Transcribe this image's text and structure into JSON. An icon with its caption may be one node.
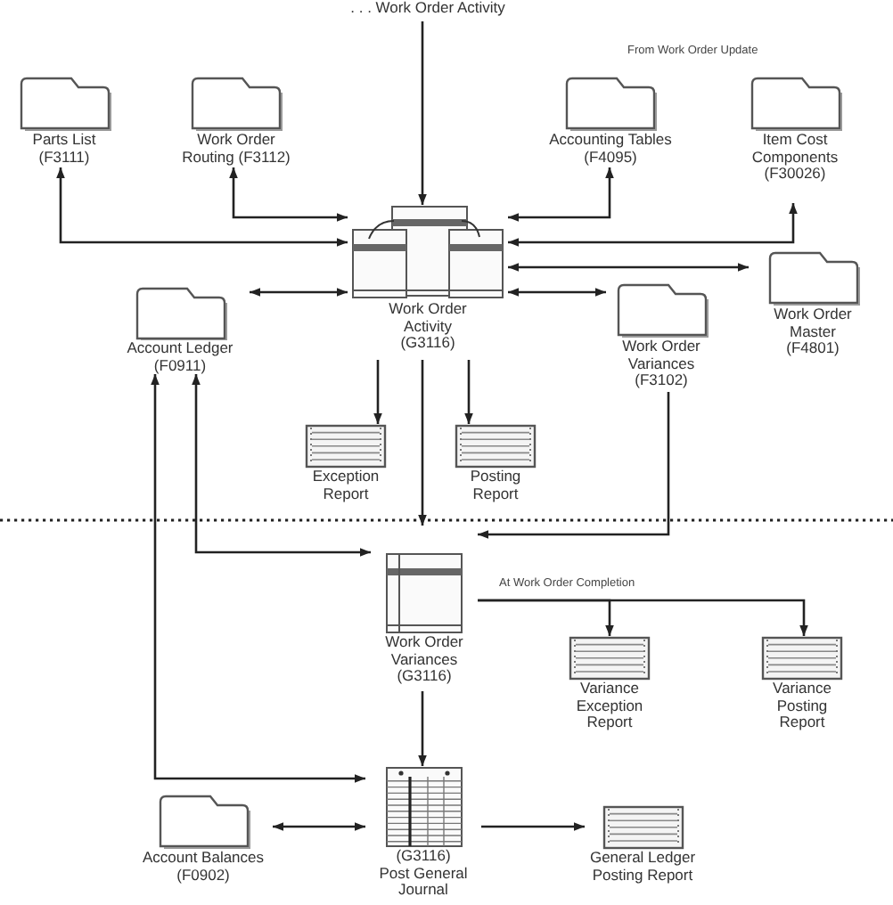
{
  "diagram": {
    "nodes": [
      {
        "text": [
          ". . . Work Order Activity"
        ]
      },
      {
        "text": [
          "Parts List (F3111)"
        ]
      },
      {
        "text": [
          "Work Order Routing (F3112)"
        ]
      },
      {
        "text": [
          "Accounting Tables (F4095)"
        ]
      },
      {
        "text": [
          "Item Cost Components (F30026)"
        ]
      },
      {
        "text": [
          "Work Order Activity (G3116)"
        ]
      },
      {
        "text": [
          "Account Ledger (F0911)"
        ]
      },
      {
        "text": [
          "Work Order Variances (F3102)"
        ]
      },
      {
        "text": [
          "Work Order Master (F4801)"
        ]
      },
      {
        "text": [
          "Exception Report"
        ]
      },
      {
        "text": [
          "Posting Report"
        ]
      },
      {
        "text": [
          "Work Order Variances (G3116)"
        ]
      },
      {
        "text": [
          "Variance Exception Report"
        ]
      },
      {
        "text": [
          "Variance Posting Report"
        ]
      },
      {
        "text": [
          "Account Balances (F0902)"
        ]
      },
      {
        "text": [
          "(G3116)",
          "Post General Journal"
        ]
      },
      {
        "text": [
          "General Ledger Posting Report"
        ]
      }
    ],
    "edges": [
      {
        "from": 0,
        "to": 5,
        "arrow": "to"
      },
      {
        "from": 1,
        "to": 5,
        "arrow": "both"
      },
      {
        "from": 2,
        "to": 5,
        "arrow": "both"
      },
      {
        "from": 3,
        "to": 5,
        "arrow": "both"
      },
      {
        "from": 4,
        "to": 5,
        "arrow": "both"
      },
      {
        "from": 6,
        "to": 5,
        "arrow": "both"
      },
      {
        "from": 5,
        "to": 8,
        "arrow": "both"
      },
      {
        "from": 5,
        "to": 7,
        "arrow": "both"
      },
      {
        "from": 5,
        "to": 9,
        "arrow": "to"
      },
      {
        "from": 5,
        "to": 10,
        "arrow": "to"
      },
      {
        "from": 5,
        "to": 11,
        "arrow": "to"
      },
      {
        "from": 7,
        "to": 11,
        "arrow": "to"
      },
      {
        "from": 6,
        "to": 11,
        "arrow": "both"
      },
      {
        "from": 6,
        "to": 15,
        "arrow": "both"
      },
      {
        "from": 11,
        "to": 12,
        "arrow": "to"
      },
      {
        "from": 11,
        "to": 13,
        "arrow": "to"
      },
      {
        "from": 11,
        "to": 15,
        "arrow": "to"
      },
      {
        "from": 14,
        "to": 15,
        "arrow": "both"
      },
      {
        "from": 15,
        "to": 16,
        "arrow": "to"
      }
    ],
    "labels": [
      "From Work Order Update",
      "At Work Order Completion"
    ]
  }
}
